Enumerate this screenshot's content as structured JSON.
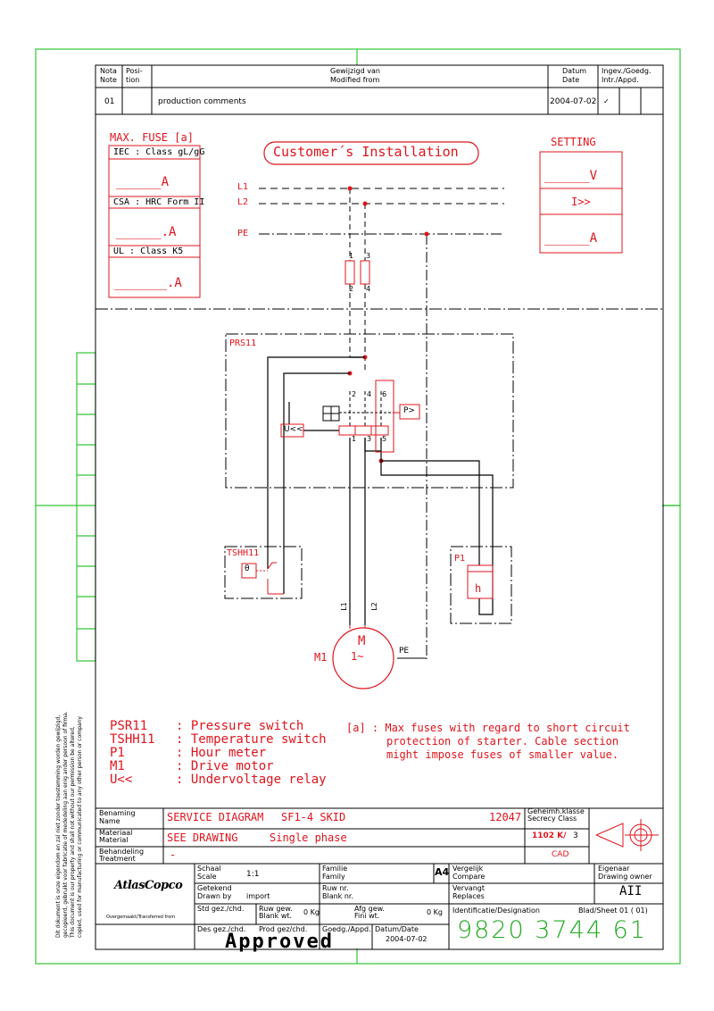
{
  "colors": {
    "frame": "#34c434",
    "ink": "#000000",
    "red": "#e0141c",
    "green": "#22aa22"
  },
  "revision": {
    "h_note": "Nota",
    "h_note2": "Note",
    "h_pos": "Posi-",
    "h_pos2": "tion",
    "h_mod": "Gewijzigd van",
    "h_mod2": "Modified from",
    "h_date": "Datum",
    "h_date2": "Date",
    "h_eng": "Ingev./Goedg.",
    "h_eng2": "Intr./Appd.",
    "note": "01",
    "comment": "production comments",
    "date": "2004-07-02"
  },
  "fuse": {
    "title": "MAX. FUSE [a]",
    "iec": "IEC : Class gL/gG",
    "csa": "CSA : HRC Form II",
    "ul": "UL : Class K5",
    "blank_a": "______A",
    "blank_dot_a": "______.A",
    "blank_dot_a2": "_______.A"
  },
  "customer": "Customer´s Installation",
  "setting": {
    "title": "SETTING",
    "v": "______V",
    "i": "I>>",
    "a": "______A"
  },
  "lines": {
    "l1": "L1",
    "l2": "L2",
    "pe": "PE"
  },
  "terms": {
    "t1": "1",
    "t2": "2",
    "t3": "3",
    "t4": "4",
    "t5": "5",
    "t6": "6"
  },
  "components": {
    "prs": "PRS11",
    "uvr": "U<<",
    "pa": "P>",
    "tshh": "TSHH11",
    "theta": "θ",
    "p1": "P1",
    "h": "h",
    "m": "M",
    "m1": "M1",
    "ac": "1~",
    "pe": "PE",
    "l1v": "L1",
    "l2v": "L2"
  },
  "legend": [
    {
      "code": "PSR11",
      "desc": ": Pressure switch"
    },
    {
      "code": "TSHH11",
      "desc": ": Temperature switch"
    },
    {
      "code": "P1",
      "desc": ": Hour meter"
    },
    {
      "code": "M1",
      "desc": ": Drive motor"
    },
    {
      "code": "U<<",
      "desc": ": Undervoltage relay"
    }
  ],
  "note_a": {
    "line1": "[a] : Max fuses with regard to short circuit",
    "line2": "protection of starter. Cable section",
    "line3": "might impose fuses of smaller value."
  },
  "side_text": [
    "Dit dokument is onze eigendom en zal niet zonder toestemming worden gewijzigd,",
    "gecopieerd, gebruikt voor fabricatie of mededeling aan enig ander persoon of firma.",
    "This document is our property and shall not without our permission be altered,",
    "copied, used for manufacturing or communicated to any other person or company"
  ],
  "title_block": {
    "benaming": "Benaming",
    "name": "Name",
    "title": "SERVICE DIAGRAM",
    "subtitle": "SF1-4 SKID",
    "num": "12047",
    "geheim": "Geheimh.klasse",
    "secrecy": "Secrecy Class",
    "secrecy_val": "1102 K/",
    "secrecy_num": "3",
    "materiaal": "Materiaal",
    "material": "Material",
    "mat_val": "SEE DRAWING",
    "mat_val2": "Single phase",
    "behandeling": "Behandeling",
    "treatment": "Treatment",
    "treat_val": "-",
    "cad": "CAD",
    "logo": "AtlasCopco",
    "overgemaakt": "Overgemaakt/Transferred from",
    "schaal": "Schaal",
    "scale": "Scale",
    "scale_val": "1:1",
    "getekend": "Getekend",
    "drawn": "Drawn by",
    "drawn_val": "import",
    "std": "Std gez./chd.",
    "ruw": "Ruw gew.",
    "blank": "Blank wt.",
    "blank_val": "0 Kg",
    "afg": "Afg gew.",
    "fini": "Fini wt.",
    "fini_val": "0 Kg",
    "des": "Des gez./chd.",
    "prod": "Prod gez/chd.",
    "goedg": "Goedg./Appd.",
    "datum": "Datum/Date",
    "date_val": "2004-07-02",
    "familie": "Familie",
    "family": "Family",
    "ruwnr": "Ruw nr.",
    "blanknr": "Blank nr.",
    "a4": "A4",
    "vergelijk": "Vergelijk",
    "compare": "Compare",
    "vervangt": "Vervangt",
    "replaces": "Replaces",
    "ident": "Identificatie/Designation",
    "sheet": "Blad/Sheet 01 ( 01)",
    "docnum": "9820 3744 61",
    "eigenaar": "Eigenaar",
    "owner": "Drawing owner",
    "owner_val": "AII",
    "approved": "Approved"
  }
}
